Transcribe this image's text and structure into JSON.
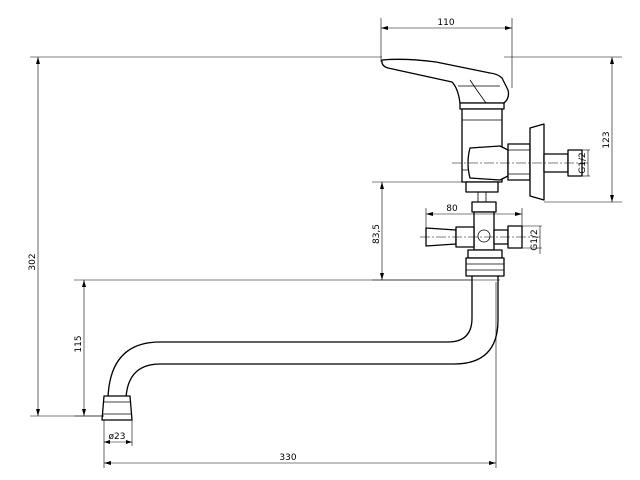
{
  "dimensions": {
    "width_top": "110",
    "height_top_part": "123",
    "total_height": "302",
    "connector_height": "83,5",
    "connector_width": "80",
    "thread_upper": "G1/2",
    "thread_lower": "G1/2",
    "spout_drop": "115",
    "spout_diameter": "ø23",
    "spout_reach": "330"
  }
}
